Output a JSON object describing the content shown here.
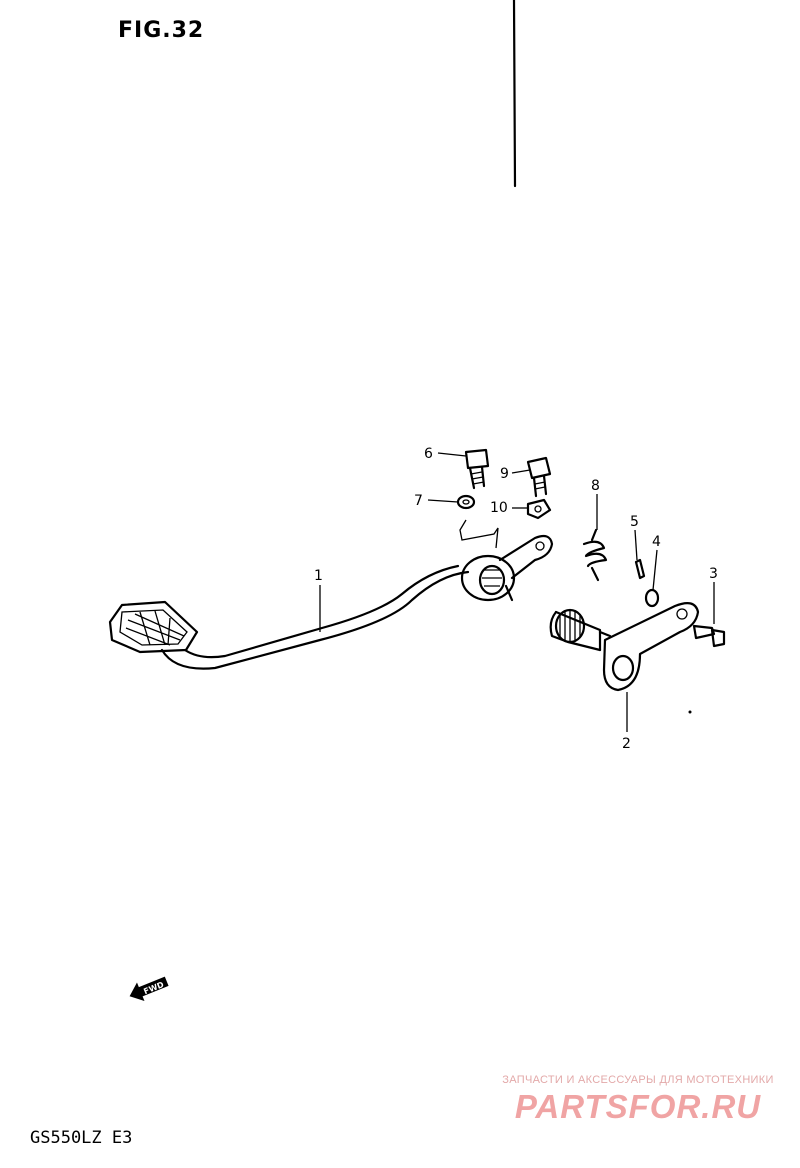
{
  "figure": {
    "title": "FIG.32",
    "model_code": "GS550LZ E3"
  },
  "callouts": {
    "p1": "1",
    "p2": "2",
    "p3": "3",
    "p4": "4",
    "p5": "5",
    "p6": "6",
    "p7": "7",
    "p8": "8",
    "p9": "9",
    "p10": "10"
  },
  "fwd_arrow": {
    "label": "FWD"
  },
  "watermark": {
    "tagline": "ЗАПЧАСТИ И АКСЕССУАРЫ ДЛЯ МОТОТЕХНИКИ",
    "brand": "PARTSFOR.RU"
  }
}
